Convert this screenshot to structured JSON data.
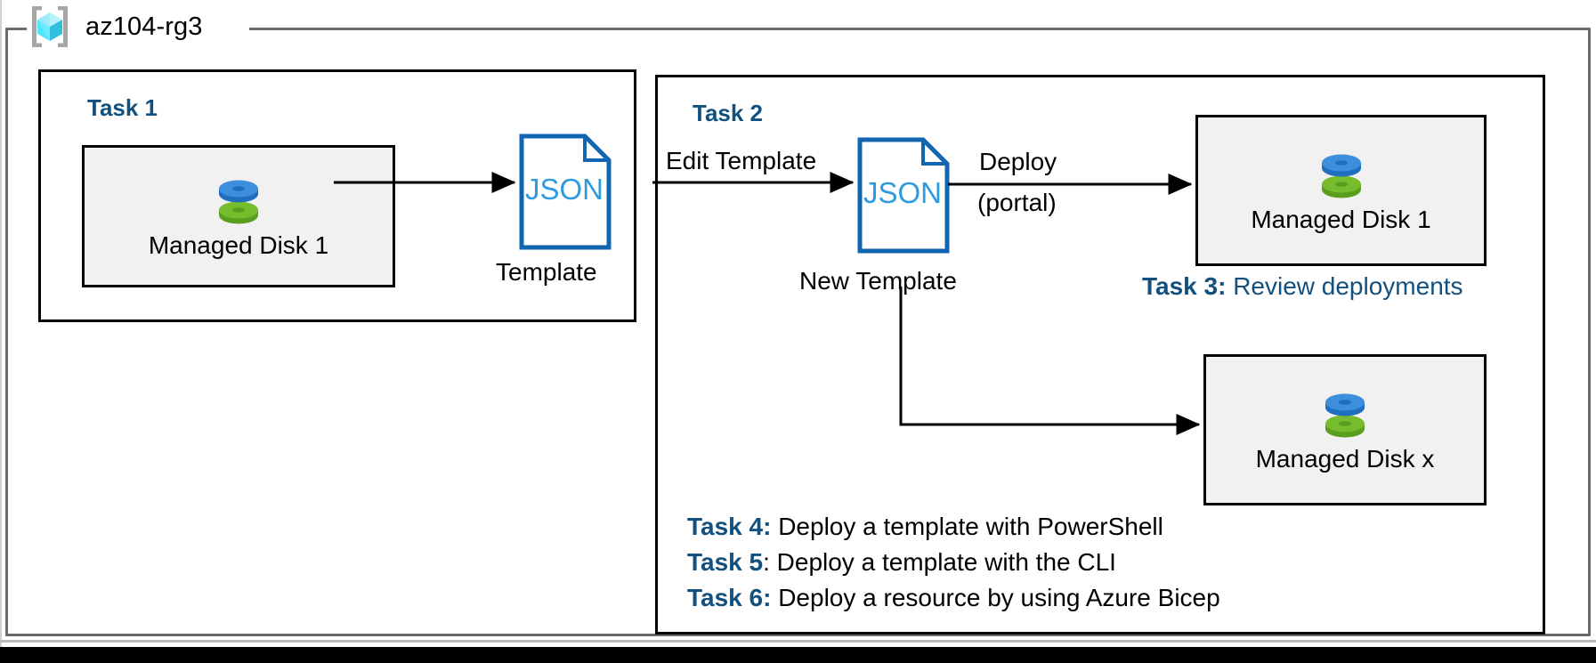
{
  "resource_group": {
    "name": "az104-rg3",
    "icon": "azure-resource-group-icon",
    "frame_color": "#6b6b6b"
  },
  "accent_color": "#11507f",
  "json_icon_color": "#1266b0",
  "json_text_color": "#2e9bdf",
  "disk_colors": {
    "top": "#3d8fdd",
    "bottom": "#76bc2c"
  },
  "task1": {
    "heading": "Task 1",
    "resource": {
      "label": "Managed Disk 1",
      "icon": "managed-disk-icon"
    },
    "template": {
      "file_type": "JSON",
      "caption": "Template",
      "icon": "json-file-icon"
    }
  },
  "task2": {
    "heading": "Task 2",
    "edit_arrow_label": "Edit Template",
    "template": {
      "file_type": "JSON",
      "caption": "New Template",
      "icon": "json-file-icon"
    },
    "deploy_arrow_label_line1": "Deploy",
    "deploy_arrow_label_line2": "(portal)",
    "resource_portal": {
      "label": "Managed Disk 1",
      "icon": "managed-disk-icon"
    },
    "resource_scripted": {
      "label": "Managed Disk x",
      "icon": "managed-disk-icon"
    }
  },
  "notes": {
    "task3": {
      "key": "Task 3:",
      "body": " Review deployments"
    },
    "task4": {
      "key": "Task 4:",
      "body": " Deploy a template with PowerShell"
    },
    "task5": {
      "key": "Task 5",
      "body": ": Deploy a template with the CLI"
    },
    "task6": {
      "key": "Task 6:",
      "body": " Deploy a resource by using Azure Bicep"
    }
  }
}
